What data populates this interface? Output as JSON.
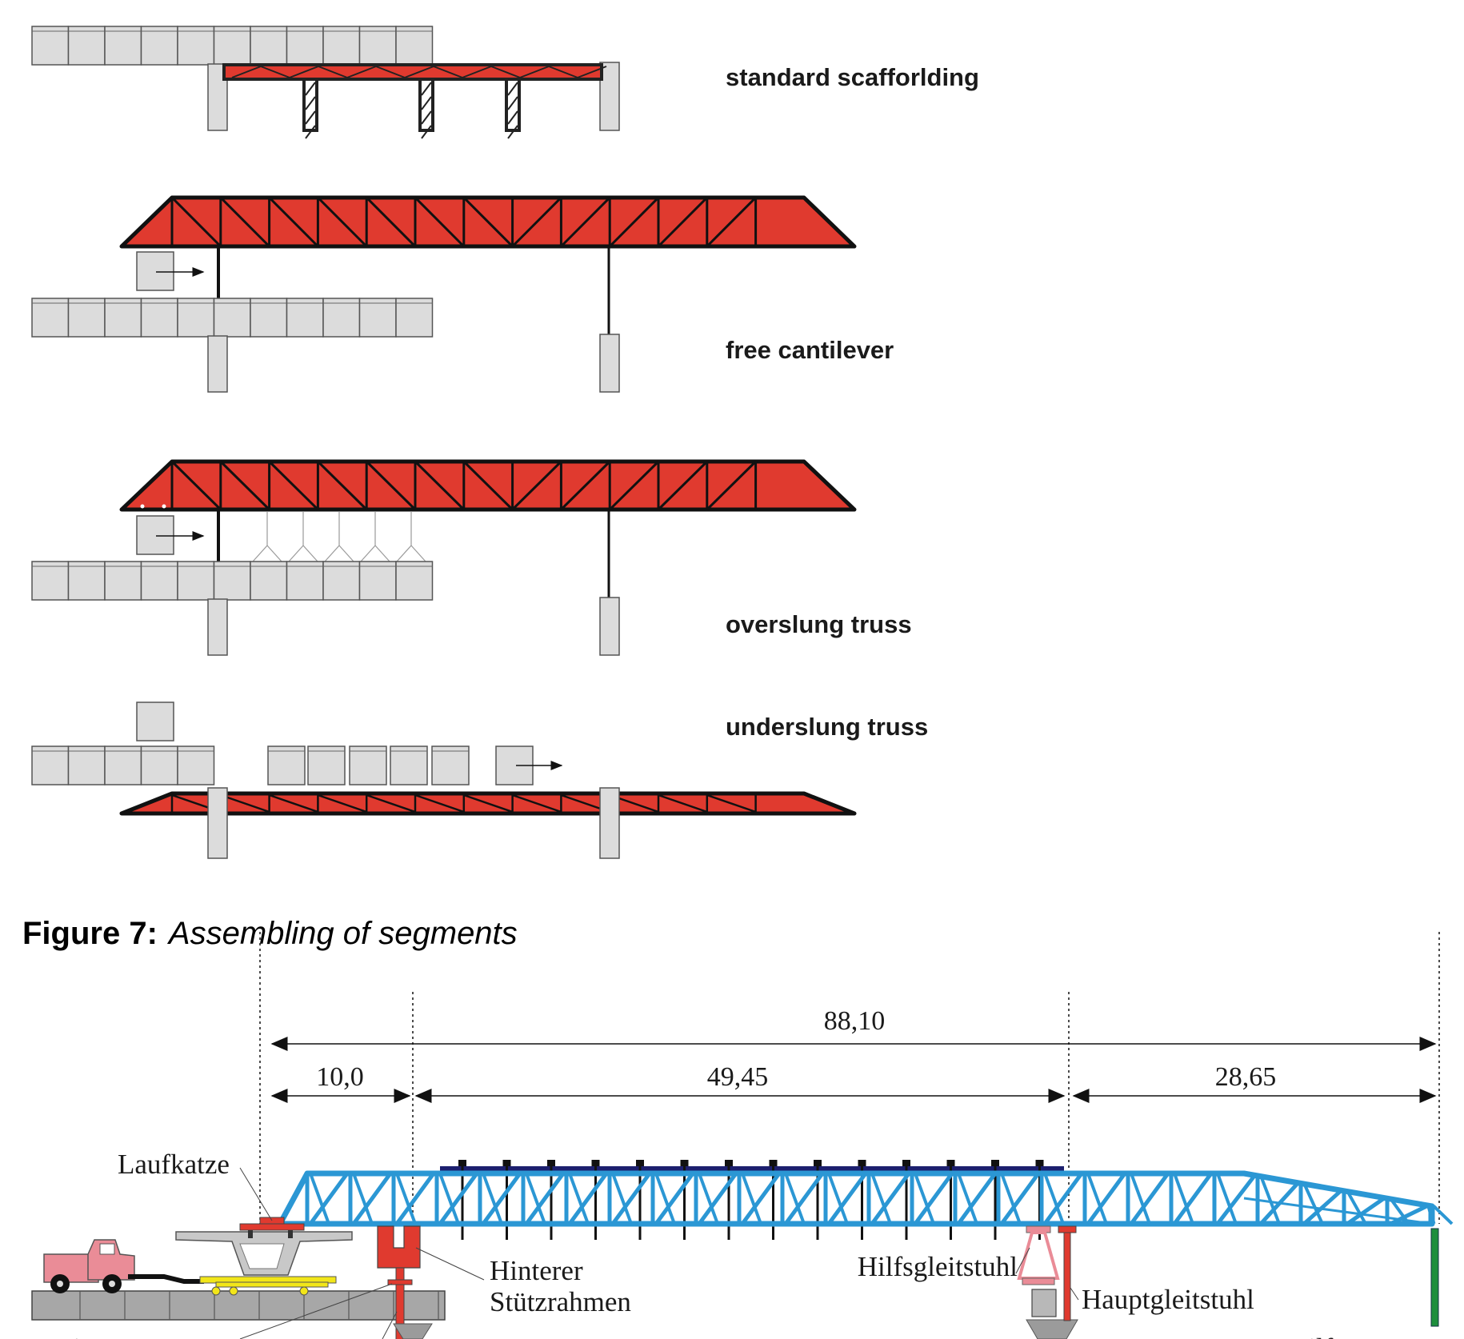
{
  "labels": {
    "standard_scaffolding": "standard scafforlding",
    "free_cantilever": "free cantilever",
    "overslung_truss": "overslung truss",
    "underslung_truss": "underslung truss"
  },
  "caption": {
    "number": "Figure 7:",
    "text": "Assembling of segments"
  },
  "dimensions": {
    "total": "88,10",
    "rear": "10,0",
    "main": "49,45",
    "front": "28,65"
  },
  "components": {
    "laufkatze": "Laufkatze",
    "hinterer_line1": "Hinterer",
    "hinterer_line2": "Stützrahmen",
    "hilfsgleitstuhl": "Hilfsgleitstuhl",
    "hauptgleitstuhl": "Hauptgleitstuhl",
    "hintere_cut": "Hintere",
    "hilfsstuetze_cut": "Hilfsstü"
  },
  "colors": {
    "truss_red": "#e03a2f",
    "truss_blue": "#2b97d4",
    "segment_grey": "#dcdcdc",
    "deck_grey": "#a7a7a7",
    "truck_pink": "#ea8c97",
    "trailer_yellow": "#f2e619",
    "support_green": "#1e8f3c",
    "hanger_navy": "#1c1f6e"
  }
}
